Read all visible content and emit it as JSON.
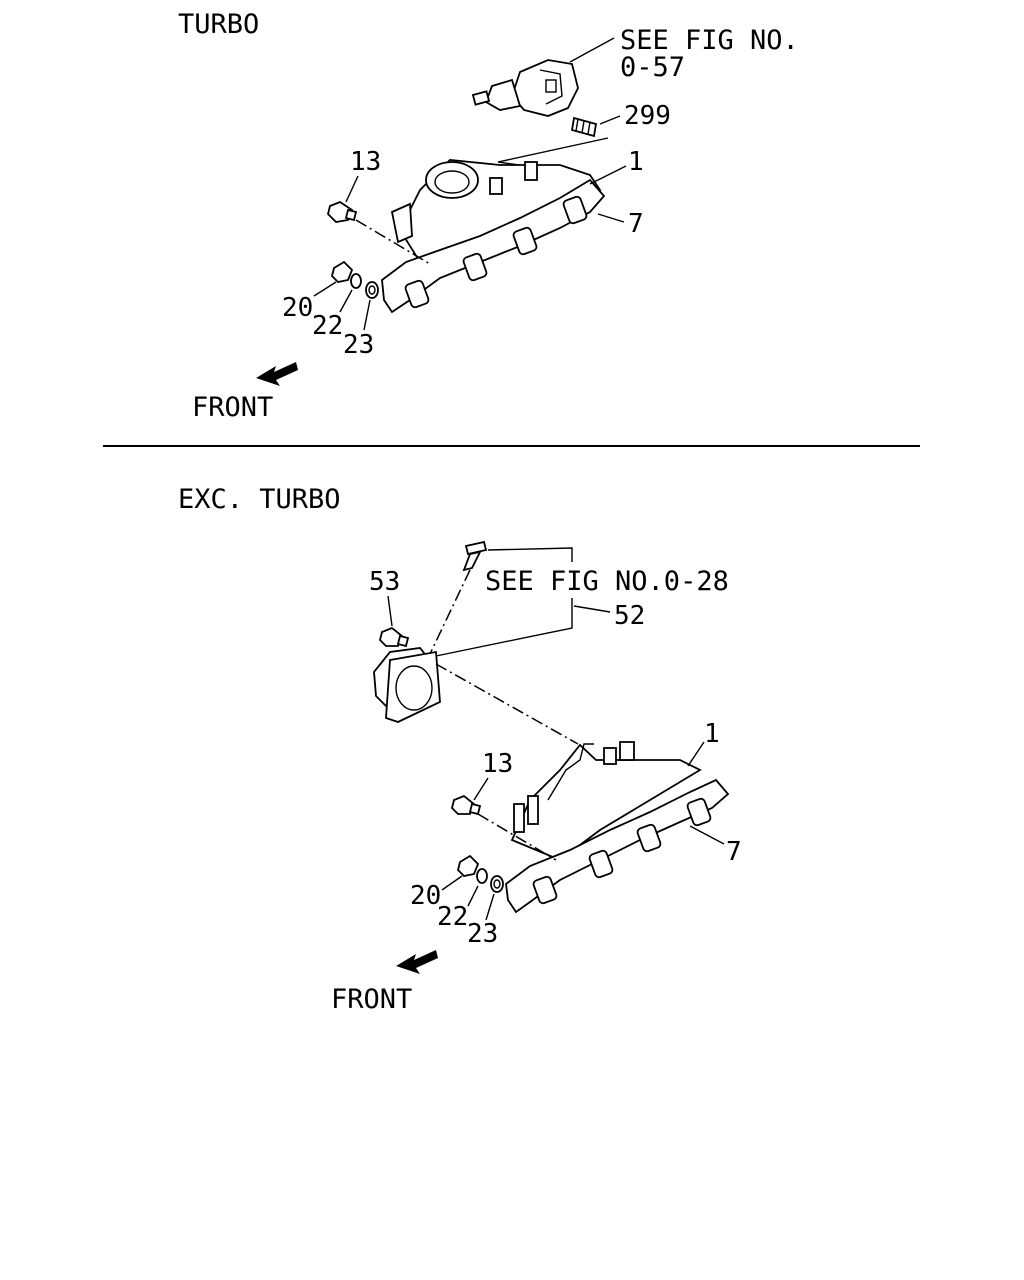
{
  "sections": {
    "turbo": {
      "title": "TURBO",
      "ref_note_line1": "SEE FIG NO.",
      "ref_note_line2": "0-57",
      "callouts": {
        "c299": "299",
        "c1": "1",
        "c13": "13",
        "c7": "7",
        "c20": "20",
        "c22": "22",
        "c23": "23"
      },
      "front_label": "FRONT"
    },
    "exc_turbo": {
      "title": "EXC. TURBO",
      "ref_note": "SEE FIG NO.0-28",
      "callouts": {
        "c53": "53",
        "c52": "52",
        "c1": "1",
        "c13": "13",
        "c7": "7",
        "c20": "20",
        "c22": "22",
        "c23": "23"
      },
      "front_label": "FRONT"
    }
  },
  "colors": {
    "line": "#000000",
    "background": "#ffffff"
  },
  "icons": [
    "front-arrow-icon"
  ]
}
